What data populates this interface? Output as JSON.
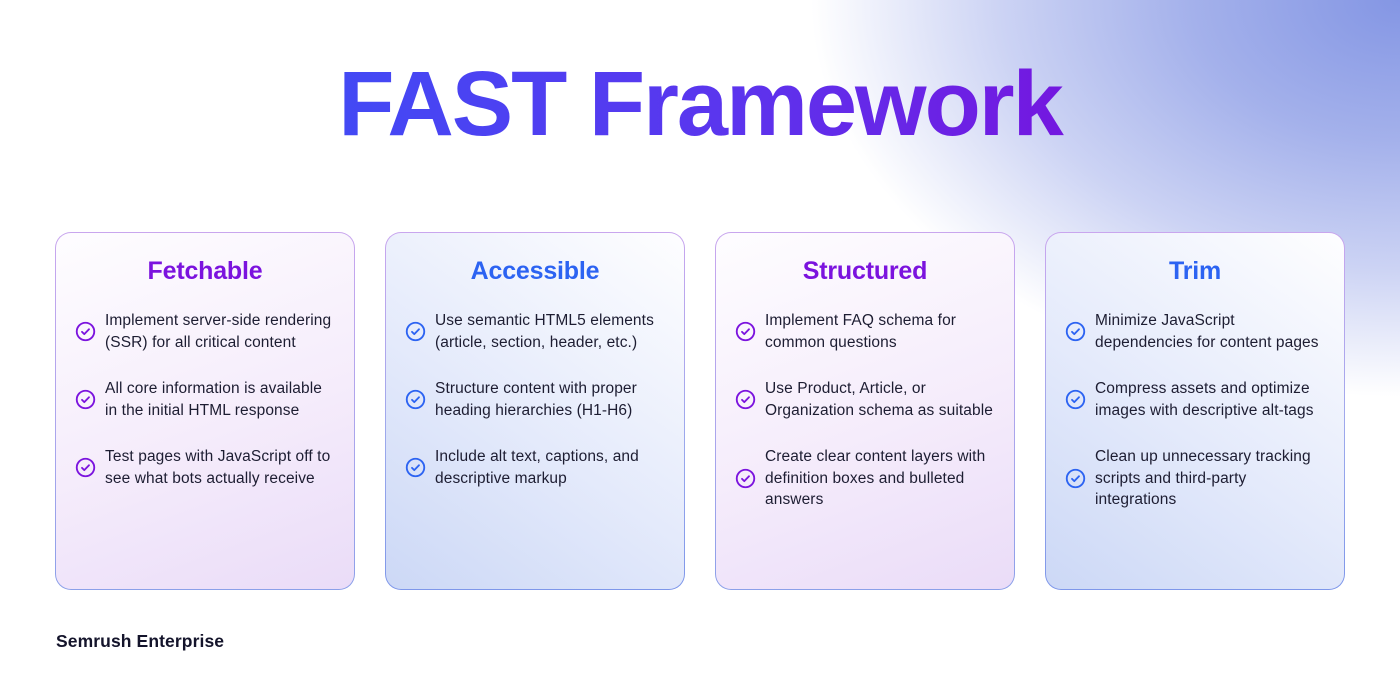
{
  "page": {
    "title": "FAST Framework",
    "footer": "Semrush Enterprise"
  },
  "colors": {
    "title_gradient_start": "#3d4ef6",
    "title_gradient_end": "#7a10dc",
    "accent_purple": "#7b13de",
    "accent_blue": "#2c63f2",
    "body_text": "#1d1d32",
    "bg_corner_blue": "#8496e4",
    "purple_card_bottom": "#eadcf8",
    "blue_card_bottom": "#ccd8f6"
  },
  "cards": [
    {
      "title": "Fetchable",
      "accent": "purple",
      "items": [
        "Implement server-side rendering (SSR) for all critical content",
        "All core information is available in the initial HTML response",
        "Test pages with JavaScript off to see what bots actually receive"
      ]
    },
    {
      "title": "Accessible",
      "accent": "blue",
      "items": [
        "Use semantic HTML5 elements (article, section, header, etc.)",
        "Structure content with proper heading hierarchies (H1-H6)",
        "Include alt text, captions, and descriptive markup"
      ]
    },
    {
      "title": "Structured",
      "accent": "purple",
      "items": [
        "Implement FAQ schema for common questions",
        "Use Product, Article, or Organization schema as suitable",
        "Create clear content layers with definition boxes and bulleted answers"
      ]
    },
    {
      "title": "Trim",
      "accent": "blue",
      "items": [
        "Minimize JavaScript dependencies for content pages",
        "Compress assets and optimize images with descriptive alt-tags",
        "Clean up unnecessary tracking scripts and third-party integrations"
      ]
    }
  ]
}
